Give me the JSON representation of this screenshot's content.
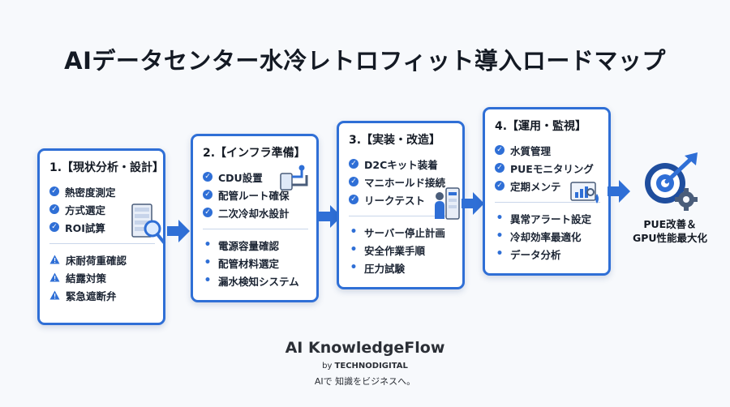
{
  "title": "AIデータセンター水冷レトロフィット導入ロードマップ",
  "steps": [
    {
      "title": "1.【現状分析・設計】",
      "checks": [
        "熱密度測定",
        "方式選定",
        "ROI試算"
      ],
      "warnings": [
        "床耐荷重確認",
        "結露対策",
        "緊急遮断弁"
      ]
    },
    {
      "title": "2.【インフラ準備】",
      "checks": [
        "CDU設置",
        "配管ルート確保",
        "二次冷却水設計"
      ],
      "bullets": [
        "電源容量確認",
        "配管材料選定",
        "漏水検知システム"
      ]
    },
    {
      "title": "3.【実装・改造】",
      "checks": [
        "D2Cキット装着",
        "マニホールド接続",
        "リークテスト"
      ],
      "bullets": [
        "サーバー停止計画",
        "安全作業手順",
        "圧力試験"
      ]
    },
    {
      "title": "4.【運用・監視】",
      "checks": [
        "水質管理",
        "PUEモニタリング",
        "定期メンテ"
      ],
      "bullets": [
        "異常アラート設定",
        "冷却効率最適化",
        "データ分析"
      ]
    }
  ],
  "result": {
    "line1": "PUE改善＆",
    "line2": "GPU性能最大化"
  },
  "brand": {
    "name": "AI KnowledgeFlow",
    "by": "by",
    "company": "TECHNODIGITAL",
    "tagline": "AIで 知識をビジネスへ。"
  },
  "icons": {
    "check": "check-circle-icon",
    "warning": "warning-triangle-icon",
    "step1": "server-magnifier-icon",
    "step2": "pipe-valve-icon",
    "step3": "technician-rack-icon",
    "step4": "monitor-chart-icon",
    "result": "gear-target-arrow-icon"
  },
  "colors": {
    "accent": "#2f6fd6",
    "background": "#f7f9fc"
  }
}
